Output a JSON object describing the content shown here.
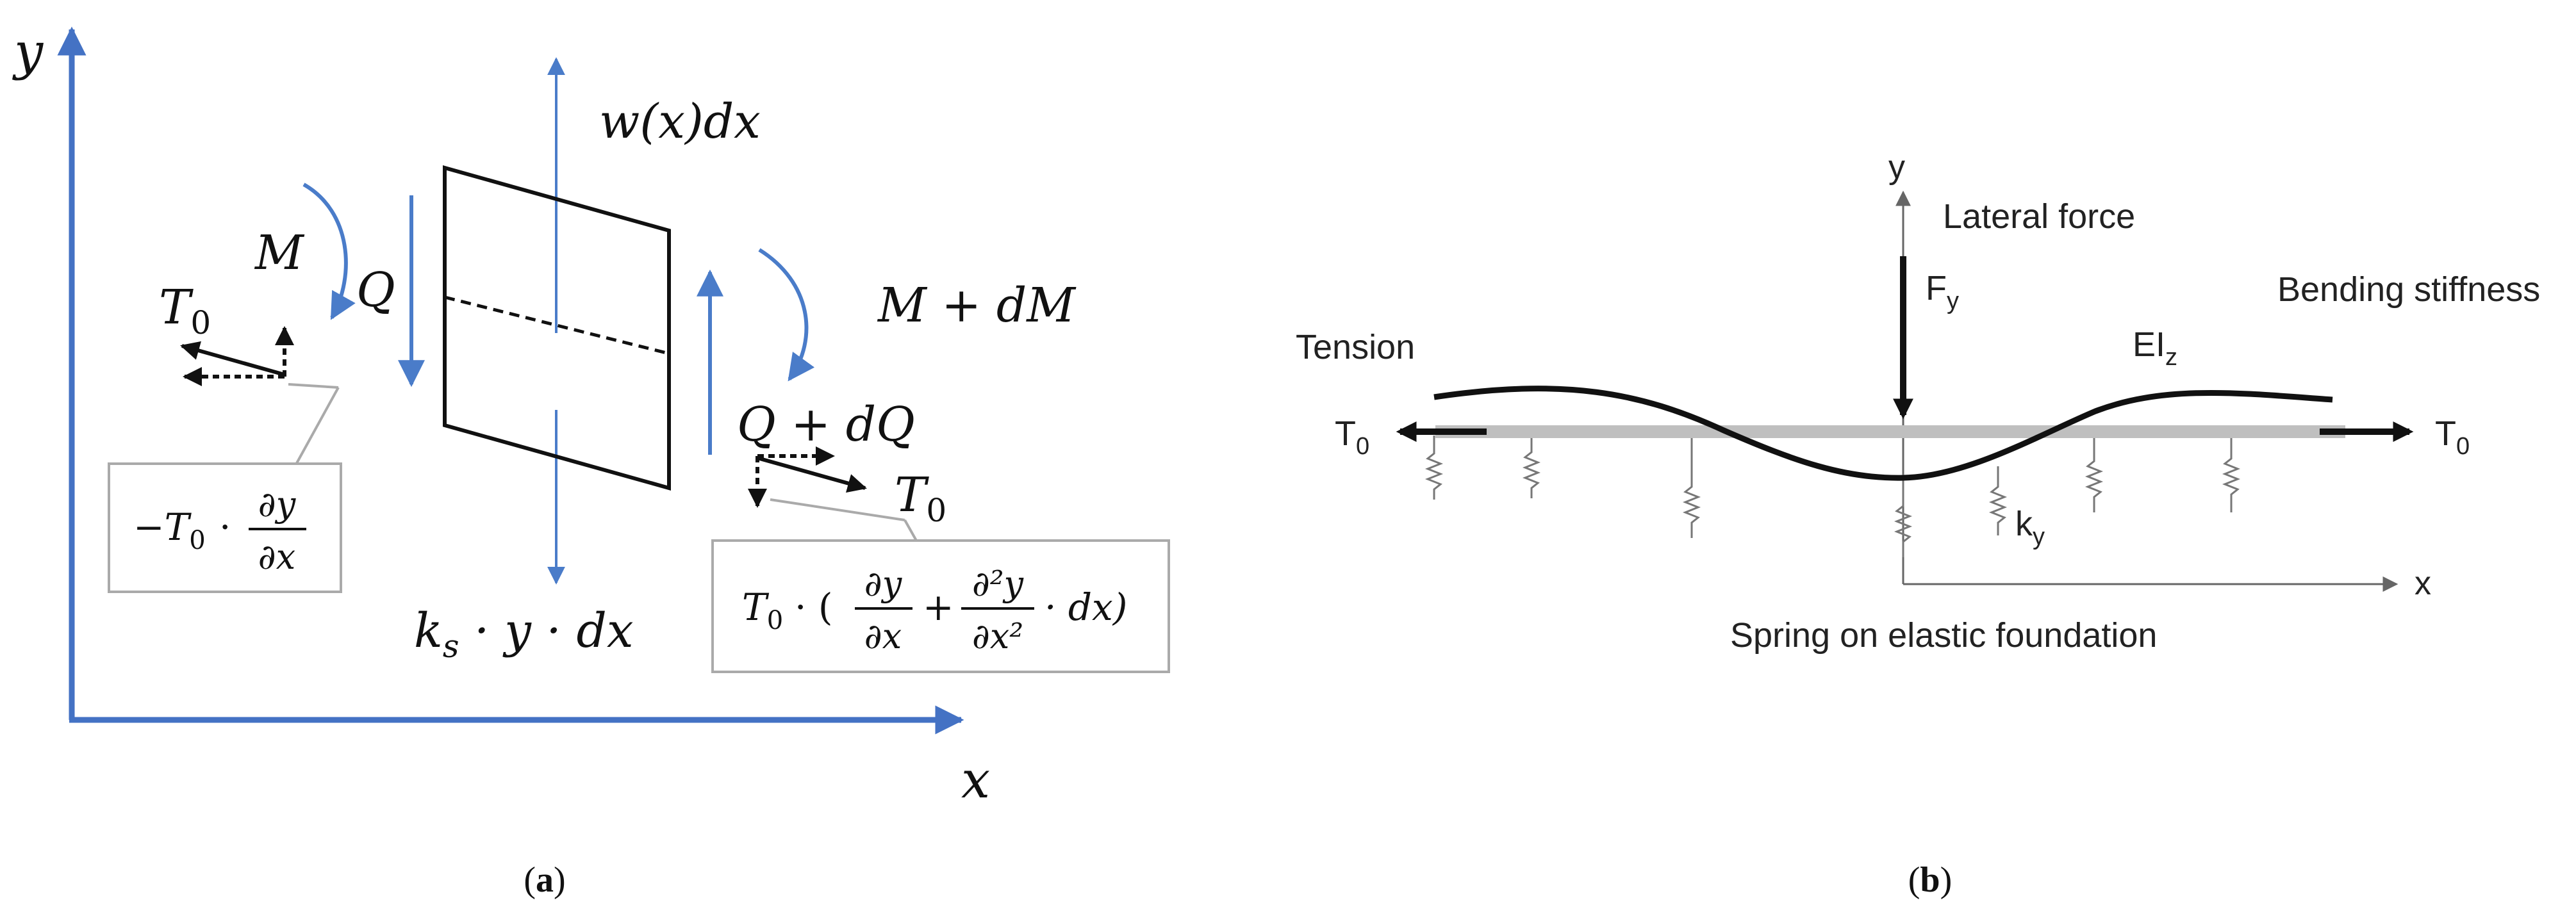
{
  "panel_a": {
    "caption_open": "(",
    "caption_letter": "a",
    "caption_close": ")",
    "y_axis": "y",
    "x_axis": "x",
    "load_top": "w(x)dx",
    "moment_left": "M",
    "shear_left": "Q",
    "tension_left_base": "T",
    "tension_left_sub": "0",
    "moment_right": "M + dM",
    "shear_right": "Q + dQ",
    "tension_right_base": "T",
    "tension_right_sub": "0",
    "spring_force": "k",
    "spring_force_sub": "s",
    "spring_force_rest": " · y · dx",
    "box_left": {
      "prefix": "−T",
      "sub": "0",
      "dot": "·",
      "num": "∂y",
      "den": "∂x"
    },
    "box_right": {
      "prefix": "T",
      "sub": "0",
      "mid": "· (",
      "num1": "∂y",
      "den1": "∂x",
      "plus": "+",
      "num2": "∂²y",
      "den2": "∂x²",
      "tail": "· dx)"
    }
  },
  "panel_b": {
    "caption_open": "(",
    "caption_letter": "b",
    "caption_close": ")",
    "y_axis": "y",
    "x_axis": "x",
    "lateral_force": "Lateral force",
    "force_base": "F",
    "force_sub": "y",
    "bending": "Bending stiffness",
    "ei_base": "EI",
    "ei_sub": "z",
    "tension": "Tension",
    "t_left_base": "T",
    "t_left_sub": "0",
    "t_right_base": "T",
    "t_right_sub": "0",
    "spring_base": "k",
    "spring_sub": "y",
    "foundation": "Spring on elastic foundation"
  },
  "colors": {
    "axis_blue": "#4472C4",
    "arrow_blue": "#4A7CC9",
    "beam_gray": "#bfbfbf",
    "ink": "#111111"
  }
}
